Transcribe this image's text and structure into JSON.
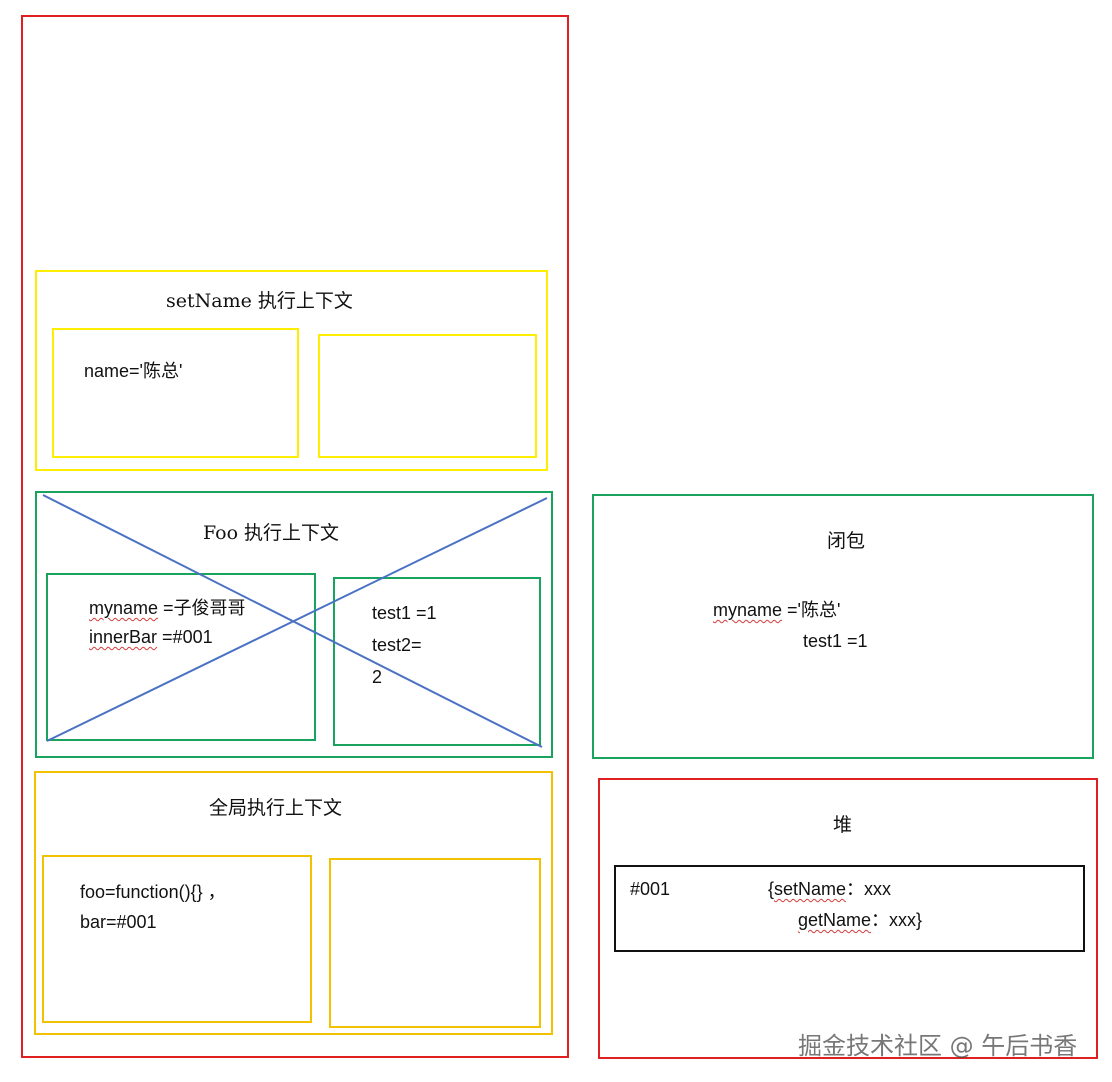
{
  "colors": {
    "stack_border": "#e02020",
    "setname_border": "#ffee00",
    "foo_border": "#1aa35e",
    "global_border": "#f2c200",
    "closure_border": "#1aa35e",
    "heap_border": "#e02020",
    "cross_line": "#4a72c4",
    "text": "#111111"
  },
  "setname_ctx": {
    "title": "setName 执行上下文",
    "var_name": "name='陈总'"
  },
  "foo_ctx": {
    "title": "Foo 执行上下文",
    "var_myname_key": "myname",
    "var_myname_val": " =子俊哥哥",
    "var_innerbar_key": "innerBar",
    "var_innerbar_val": " =#001",
    "lex_test1": "test1 =1",
    "lex_test2": "test2=",
    "lex_test2_val": "2",
    "destroyed": true
  },
  "global_ctx": {
    "title": "全局执行上下文",
    "var_foo": "foo=function(){} ，",
    "var_bar": "bar=#001"
  },
  "closure": {
    "title": "闭包",
    "myname_key": "myname",
    "myname_val": " ='陈总'",
    "test1": "test1 =1"
  },
  "heap": {
    "title": "堆",
    "address": "#001",
    "open_brace": "{",
    "setname_key": "setName",
    "setname_val": "：xxx",
    "getname_key": "getName",
    "getname_val": "：xxx}"
  },
  "watermark": "掘金技术社区 @ 午后书香"
}
